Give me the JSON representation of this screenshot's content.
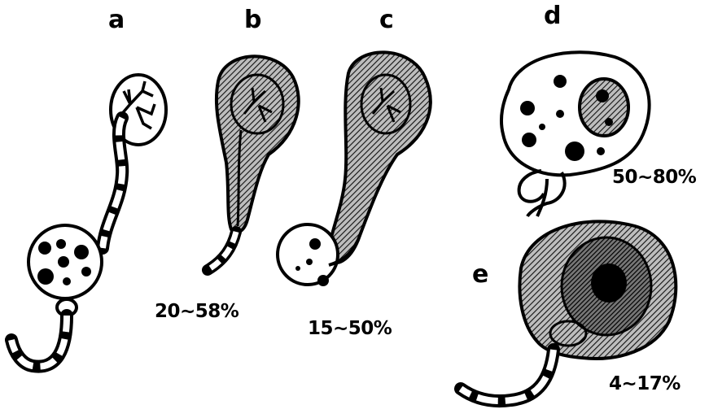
{
  "panels": [
    {
      "id": "a",
      "letter": "a",
      "percentage": ""
    },
    {
      "id": "b",
      "letter": "b",
      "percentage": "20~58%"
    },
    {
      "id": "c",
      "letter": "c",
      "percentage": "15~50%"
    },
    {
      "id": "d",
      "letter": "d",
      "percentage": "50~80%"
    },
    {
      "id": "e",
      "letter": "e",
      "percentage": "4~17%"
    }
  ],
  "colors": {
    "ink": "#000000",
    "paper": "#ffffff"
  }
}
